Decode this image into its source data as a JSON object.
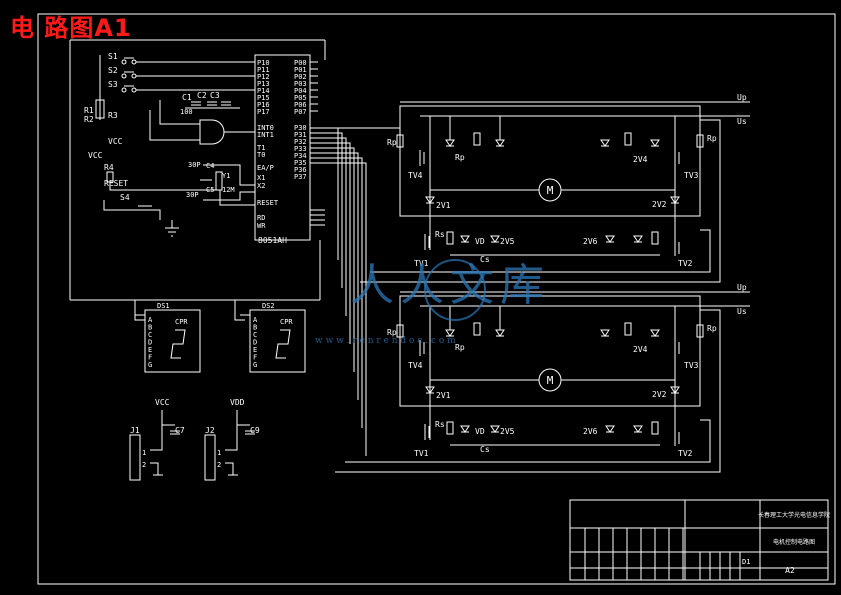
{
  "title": "电 路图A1",
  "watermark": {
    "text": "人人文库",
    "url": "w w w . r e n r e n d o c . c o m"
  },
  "colors": {
    "background": "#000000",
    "lines": "#ffffff",
    "title": "#ff1a1a",
    "watermark": "#2a78b8"
  },
  "switches": [
    "S1",
    "S2",
    "S3",
    "S4"
  ],
  "resistors_left": [
    "R1",
    "R2",
    "R3",
    "R4"
  ],
  "power_labels": {
    "vcc": "VCC",
    "vdd": "VDD",
    "reset": "RESET"
  },
  "capacitors": [
    "C1",
    "C2",
    "C3",
    "C4",
    "C5",
    "C7",
    "C9"
  ],
  "mcu": {
    "name": "8051AH",
    "p1_pins": [
      "P10",
      "P11",
      "P12",
      "P13",
      "P14",
      "P15",
      "P16",
      "P17"
    ],
    "p0_pins": [
      "P00",
      "P01",
      "P02",
      "P03",
      "P04",
      "P05",
      "P06",
      "P07"
    ],
    "p3_pins": [
      "P30",
      "P31",
      "P32",
      "P33",
      "P34",
      "P35",
      "P36",
      "P37"
    ],
    "ctrl_pins": [
      "INT0",
      "INT1",
      "T1",
      "T0",
      "EA/P",
      "X1",
      "X2",
      "RESET",
      "RD",
      "WR"
    ]
  },
  "crystal": {
    "label": "Y1",
    "freq": "12M",
    "caps": [
      "30P",
      "30P"
    ]
  },
  "gate_value": "100",
  "displays": [
    {
      "name": "DS1",
      "chip": "CPR",
      "segs": [
        "A",
        "B",
        "C",
        "D",
        "E",
        "F",
        "G"
      ]
    },
    {
      "name": "DS2",
      "chip": "CPR",
      "segs": [
        "A",
        "B",
        "C",
        "D",
        "E",
        "F",
        "G"
      ]
    }
  ],
  "connectors": [
    {
      "name": "J1",
      "pins": [
        "1",
        "2"
      ]
    },
    {
      "name": "J2",
      "pins": [
        "1",
        "2"
      ]
    }
  ],
  "bridge": {
    "rails": [
      "Up",
      "Us"
    ],
    "transistors": [
      "TV1",
      "TV2",
      "TV3",
      "TV4"
    ],
    "zeners": [
      "2V1",
      "2V2",
      "2V4",
      "2V5",
      "2V6"
    ],
    "resistors": [
      "Rp",
      "Rp",
      "Rs"
    ],
    "misc": [
      "VD",
      "Cs"
    ],
    "motor": "M"
  },
  "title_block": {
    "school": "长春理工大学光电信息学院",
    "drawing": "电机控制电路图",
    "sheet": "A2",
    "code": "D1"
  }
}
